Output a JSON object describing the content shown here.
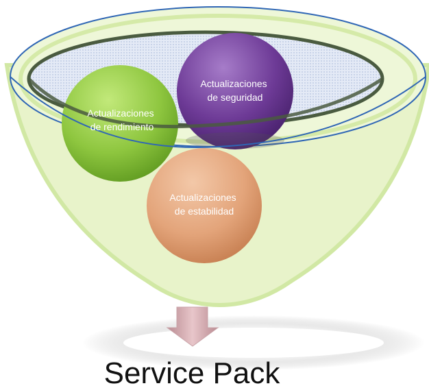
{
  "diagram": {
    "circles": [
      {
        "id": "rendimiento",
        "line1": "Actualizaciones",
        "line2": "de rendimiento",
        "color": "#8ec63f",
        "text_color": "#ffffff"
      },
      {
        "id": "seguridad",
        "line1": "Actualizaciones",
        "line2": "de seguridad",
        "color": "#6d3a96",
        "text_color": "#ffffff"
      },
      {
        "id": "estabilidad",
        "line1": "Actualizaciones",
        "line2": "de estabilidad",
        "color": "#e3a47a",
        "text_color": "#ffffff"
      }
    ],
    "output_label": "Service Pack",
    "colors": {
      "funnel_fill": "#e7f3c8",
      "funnel_edge": "#cfe7a0",
      "funnel_rim": "#2f66b5",
      "funnel_opening": "#dfe7f5",
      "arrow": "#d7aeb3"
    }
  }
}
